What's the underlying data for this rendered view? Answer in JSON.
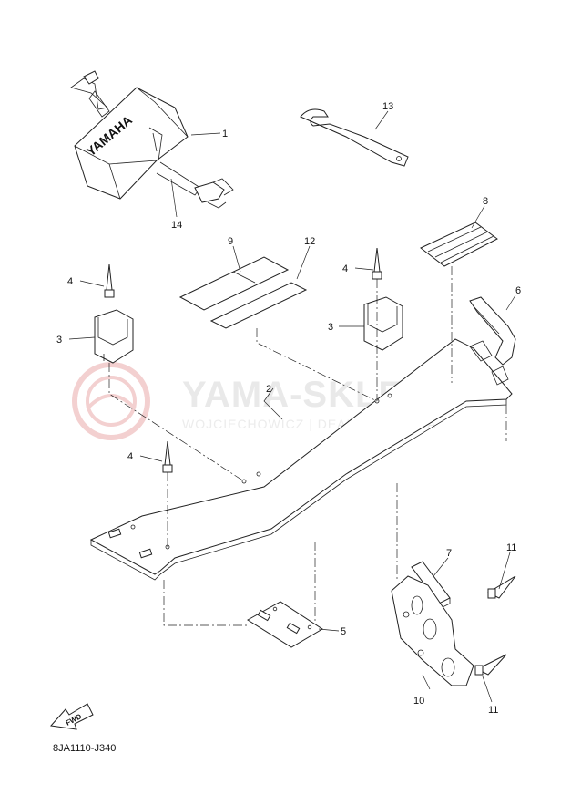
{
  "watermark": {
    "title": "YAMA-SKLEP.P",
    "subtitle": "WOJCIECHOWICZ | DEALER YAMAHA"
  },
  "cover": {
    "brand_text": "YAMAHA"
  },
  "fwd_label": "FWD",
  "diagram_code": "8JA1110-J340",
  "callouts": [
    {
      "key": "c1",
      "number": "1"
    },
    {
      "key": "c2",
      "number": "2"
    },
    {
      "key": "c3a",
      "number": "3"
    },
    {
      "key": "c3b",
      "number": "3"
    },
    {
      "key": "c4a",
      "number": "4"
    },
    {
      "key": "c4b",
      "number": "4"
    },
    {
      "key": "c4c",
      "number": "4"
    },
    {
      "key": "c5",
      "number": "5"
    },
    {
      "key": "c6",
      "number": "6"
    },
    {
      "key": "c7",
      "number": "7"
    },
    {
      "key": "c8",
      "number": "8"
    },
    {
      "key": "c9",
      "number": "9"
    },
    {
      "key": "c10",
      "number": "10"
    },
    {
      "key": "c11a",
      "number": "11"
    },
    {
      "key": "c11b",
      "number": "11"
    },
    {
      "key": "c12",
      "number": "12"
    },
    {
      "key": "c13",
      "number": "13"
    },
    {
      "key": "c14",
      "number": "14"
    }
  ]
}
